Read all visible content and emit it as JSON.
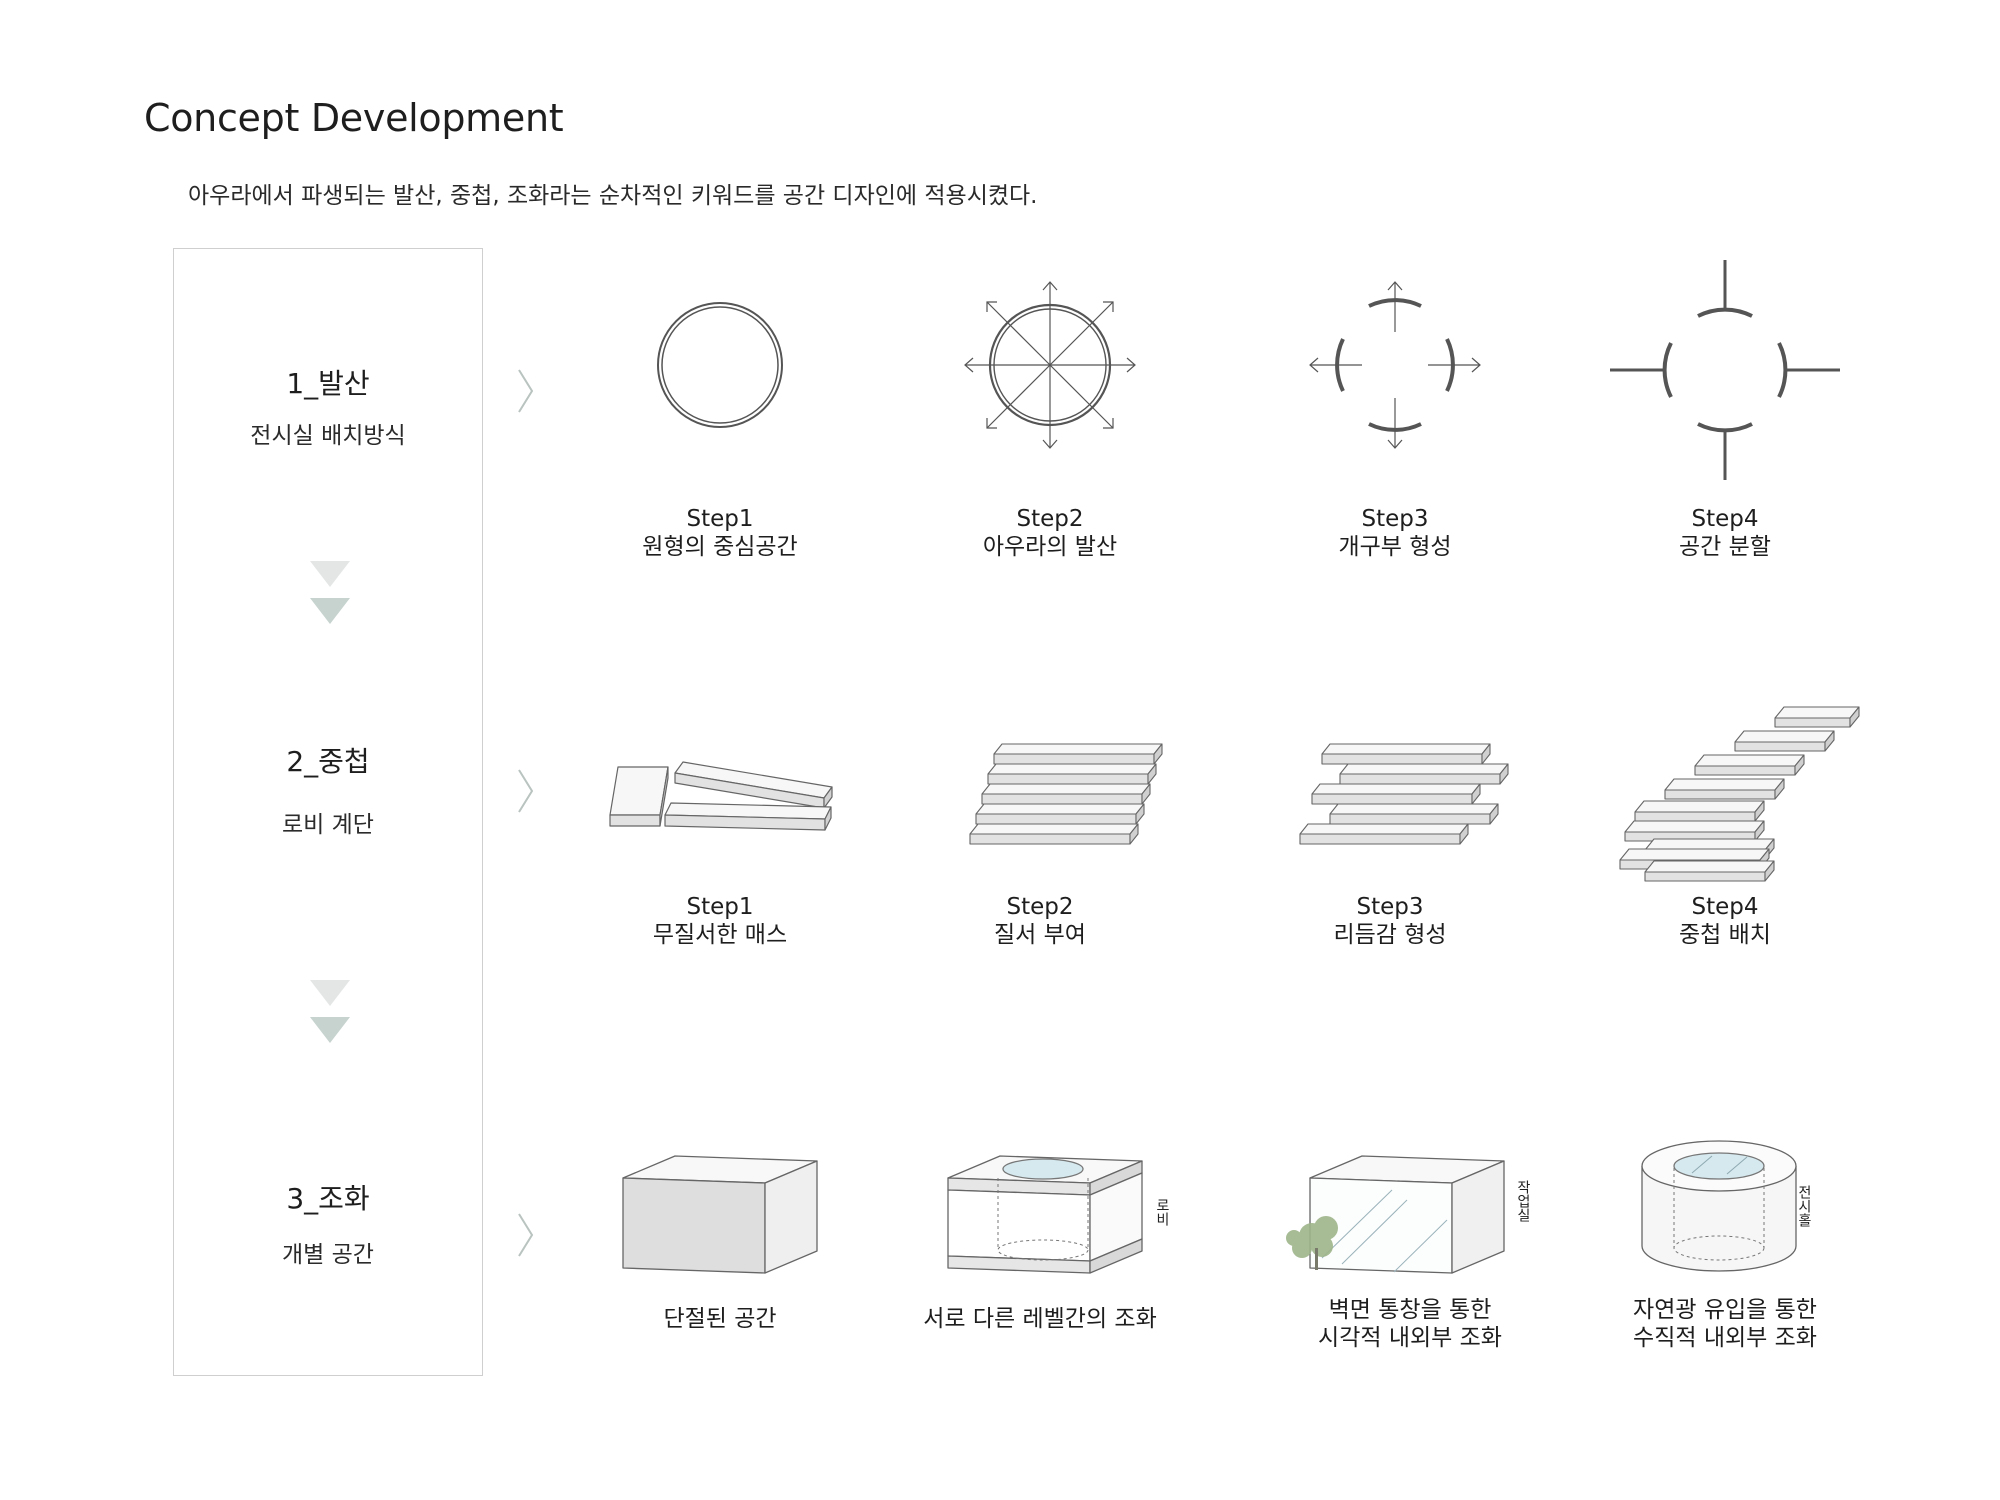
{
  "title": "Concept Development",
  "subtitle": "아우라에서 파생되는 발산, 중첩, 조화라는 순차적인 키워드를 공간 디자인에 적용시켰다.",
  "stages": [
    {
      "title": "1_발산",
      "subtitle": "전시실 배치방식",
      "steps": [
        {
          "step": "Step1",
          "label": "원형의 중심공간"
        },
        {
          "step": "Step2",
          "label": "아우라의 발산"
        },
        {
          "step": "Step3",
          "label": "개구부 형성"
        },
        {
          "step": "Step4",
          "label": "공간 분할"
        }
      ]
    },
    {
      "title": "2_중첩",
      "subtitle": "로비 계단",
      "steps": [
        {
          "step": "Step1",
          "label": "무질서한 매스"
        },
        {
          "step": "Step2",
          "label": "질서 부여"
        },
        {
          "step": "Step3",
          "label": "리듬감 형성"
        },
        {
          "step": "Step4",
          "label": "중첩 배치"
        }
      ]
    },
    {
      "title": "3_조화",
      "subtitle": "개별 공간",
      "steps": [
        {
          "line1": "단절된 공간",
          "line2": ""
        },
        {
          "line1": "서로 다른 레벨간의 조화",
          "line2": "",
          "tag": "로비"
        },
        {
          "line1": "벽면 통창을 통한",
          "line2": "시각적 내외부 조화",
          "tag": "작업실"
        },
        {
          "line1": "자연광 유입을 통한",
          "line2": "수직적 내외부 조화",
          "tag": "전시홀"
        }
      ]
    }
  ],
  "colors": {
    "panel_border": "#cfcfcf",
    "arrow_light": "#e4e6e5",
    "arrow_dark": "#c6d3cf",
    "glass": "#d5e9ef",
    "tree": "#9eb58a"
  }
}
